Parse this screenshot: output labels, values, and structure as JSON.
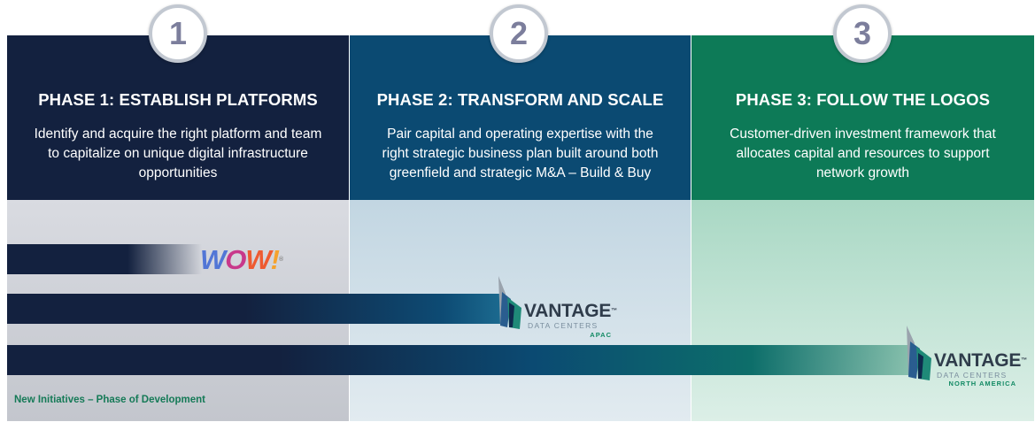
{
  "phases": [
    {
      "number": "1",
      "title": "PHASE 1: ESTABLISH PLATFORMS",
      "description": "Identify and acquire the right platform and team to capitalize on unique digital infrastructure opportunities"
    },
    {
      "number": "2",
      "title": "PHASE 2: TRANSFORM AND SCALE",
      "description": "Pair capital and operating expertise with the right strategic business plan built around both greenfield and strategic M&A – Build & Buy"
    },
    {
      "number": "3",
      "title": "PHASE 3: FOLLOW THE LOGOS",
      "description": "Customer-driven investment framework that allocates capital and resources to support network growth"
    }
  ],
  "logos": {
    "wow": {
      "w1": "W",
      "o": "O",
      "w2": "W",
      "bang": "!",
      "tm": "®"
    },
    "vantage_apac": {
      "name": "VANTAGE",
      "tm": "™",
      "sub": "DATA CENTERS",
      "region": "APAC"
    },
    "vantage_na": {
      "name": "VANTAGE",
      "tm": "™",
      "sub": "DATA CENTERS",
      "region": "NORTH AMERICA"
    }
  },
  "footnote": "New Initiatives – Phase of Development",
  "colors": {
    "phase1": "#13213f",
    "phase2": "#0b4a72",
    "phase3": "#0d7a57",
    "badge_number": "#7c7e9c",
    "footnote": "#157a57"
  }
}
